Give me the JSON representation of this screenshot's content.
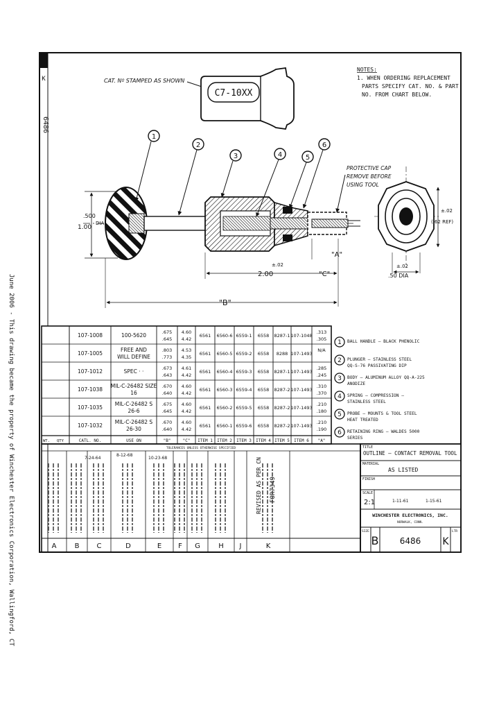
{
  "side_note": "June 2006 - This drawing became the property of Winchester Electronics Corporation, Wallingford, CT",
  "border_id": "6486",
  "stamp": {
    "caption": "CAT. Nº STAMPED AS SHOWN",
    "label": "C7-10XX"
  },
  "notes": {
    "title": "NOTES:",
    "line1": "1. WHEN ORDERING REPLACEMENT",
    "line2": "PARTS SPECIFY CAT. NO. & PART",
    "line3": "NO. FROM CHART BELOW."
  },
  "cap_note": [
    "PROTECTIVE CAP",
    "REMOVE BEFORE",
    "USING TOOL"
  ],
  "balloons": [
    "1",
    "2",
    "3",
    "4",
    "5",
    "6"
  ],
  "dimensions": {
    "left_dia": ".500",
    "left_dia2": "1.00",
    "dia_label": "DIA",
    "body_len": "2.00",
    "body_tol": "±.02",
    "c": "\"C\"",
    "b": "\"B\"",
    "a": "\"A\"",
    "end_dim1": "±.02",
    "end_dim2": "(.62 REF)",
    "end_dia_tol": "±.02",
    "end_dia": ".50 DIA"
  },
  "table": {
    "rows": [
      [
        "107-1008",
        "100-5620",
        ".675 .645",
        "4.60 4.42",
        "6561",
        "6560-6",
        "6559-1",
        "6558",
        "8287-1",
        "107-1048",
        ".313 .305"
      ],
      [
        "107-1005",
        "FREE AND WILL DEFINE",
        ".803 .773",
        "4.53 4.35",
        "6561",
        "6560-5",
        "6559-2",
        "6558",
        "8288",
        "107-1493",
        "N/A"
      ],
      [
        "107-1012",
        "SPEC · ·",
        ".673 .643",
        "4.61 4.42",
        "6561",
        "6560-4",
        "6559-3",
        "6558",
        "8287-1",
        "107-1493",
        ".285 .245"
      ],
      [
        "107-1038",
        "MIL-C-26482 SIZE 16",
        ".670 .640",
        "4.60 4.42",
        "6561",
        "6560-3",
        "6559-4",
        "6558",
        "8287-2",
        "107-1493",
        ".310 .370"
      ],
      [
        "107-1035",
        "MIL-C-26482 S 26-6",
        ".675 .645",
        "4.60 4.42",
        "6561",
        "6560-2",
        "6559-5",
        "6558",
        "8287-2",
        "107-1493",
        ".210 .180"
      ],
      [
        "107-1032",
        "MIL-C-26482 S 26-30",
        ".670 .640",
        "4.60 4.42",
        "6561",
        "6560-1",
        "6559-6",
        "6558",
        "8287-2",
        "107-1493",
        ".210 .190"
      ]
    ],
    "header": [
      "CATL. NO.",
      "USE ON",
      "\"B\"",
      "\"C\"",
      "ITEM 1",
      "ITEM 2",
      "ITEM 3",
      "ITEM 4",
      "ITEM 5",
      "ITEM 6",
      "\"A\""
    ],
    "left_header": [
      "WT.",
      "QTY"
    ]
  },
  "items": [
    {
      "no": "1",
      "text": "BALL HANDLE — BLACK PHENOLIC"
    },
    {
      "no": "2",
      "text": "PLUNGER — STAINLESS STEEL QQ-S-76 PASSIVATING DIP"
    },
    {
      "no": "3",
      "text": "BODY — ALUMINUM ALLOY QQ-A-225 ANODIZE"
    },
    {
      "no": "4",
      "text": "SPRING — COMPRESSION — STAINLESS STEEL"
    },
    {
      "no": "5",
      "text": "PROBE — MOUNTS & TOOL STEEL HEAT TREATED"
    },
    {
      "no": "6",
      "text": "RETAINING RING — WALDES 5000 SERIES"
    }
  ],
  "title_block": {
    "title_label": "TITLE",
    "title": "OUTLINE — CONTACT REMOVAL TOOL",
    "material_label": "MATERIAL",
    "material": "AS LISTED",
    "finish_label": "FINISH",
    "scale_label": "SCALE",
    "scale": "2:1",
    "company": "WINCHESTER ELECTRONICS, INC.",
    "company_sub": "NORWALK, CONN.",
    "size_label": "SIZE",
    "size": "B",
    "dwg_no": "6486",
    "rev_label": "LTR",
    "rev": "K",
    "tolerance_note": "TOLERANCES UNLESS OTHERWISE SPECIFIED",
    "sign_dates": [
      "1-11-61",
      "1-15-61"
    ]
  },
  "revisions": {
    "letters": [
      "A",
      "B",
      "C",
      "D",
      "E",
      "F",
      "G",
      "H",
      "J",
      "K"
    ],
    "revised_label": "REVISED AS PER CN",
    "ecn": "FOR7349",
    "dates": [
      "7-24-64",
      "8-12-68",
      "10-23-68"
    ]
  }
}
